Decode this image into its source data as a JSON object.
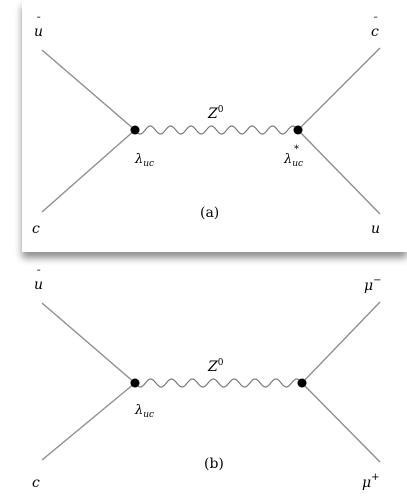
{
  "diagrams": [
    {
      "id": "a",
      "caption": "(a)",
      "boson": "Z",
      "boson_sup": "0",
      "particles": {
        "top_left": {
          "base": "u",
          "bar": true
        },
        "bottom_left": {
          "base": "c",
          "bar": false
        },
        "top_right": {
          "base": "c",
          "bar": true
        },
        "bottom_right": {
          "base": "u",
          "bar": false
        }
      },
      "coupling_left": {
        "base": "λ",
        "sub": "uc",
        "sup": ""
      },
      "coupling_right": {
        "base": "λ",
        "sub": "uc",
        "sup": "*"
      }
    },
    {
      "id": "b",
      "caption": "(b)",
      "boson": "Z",
      "boson_sup": "0",
      "particles": {
        "top_left": {
          "base": "u",
          "bar": true
        },
        "bottom_left": {
          "base": "c",
          "bar": false
        },
        "top_right": {
          "base": "μ",
          "sup": "−"
        },
        "bottom_right": {
          "base": "μ",
          "sup": "+"
        }
      },
      "coupling_left": {
        "base": "λ",
        "sub": "uc",
        "sup": ""
      }
    }
  ]
}
